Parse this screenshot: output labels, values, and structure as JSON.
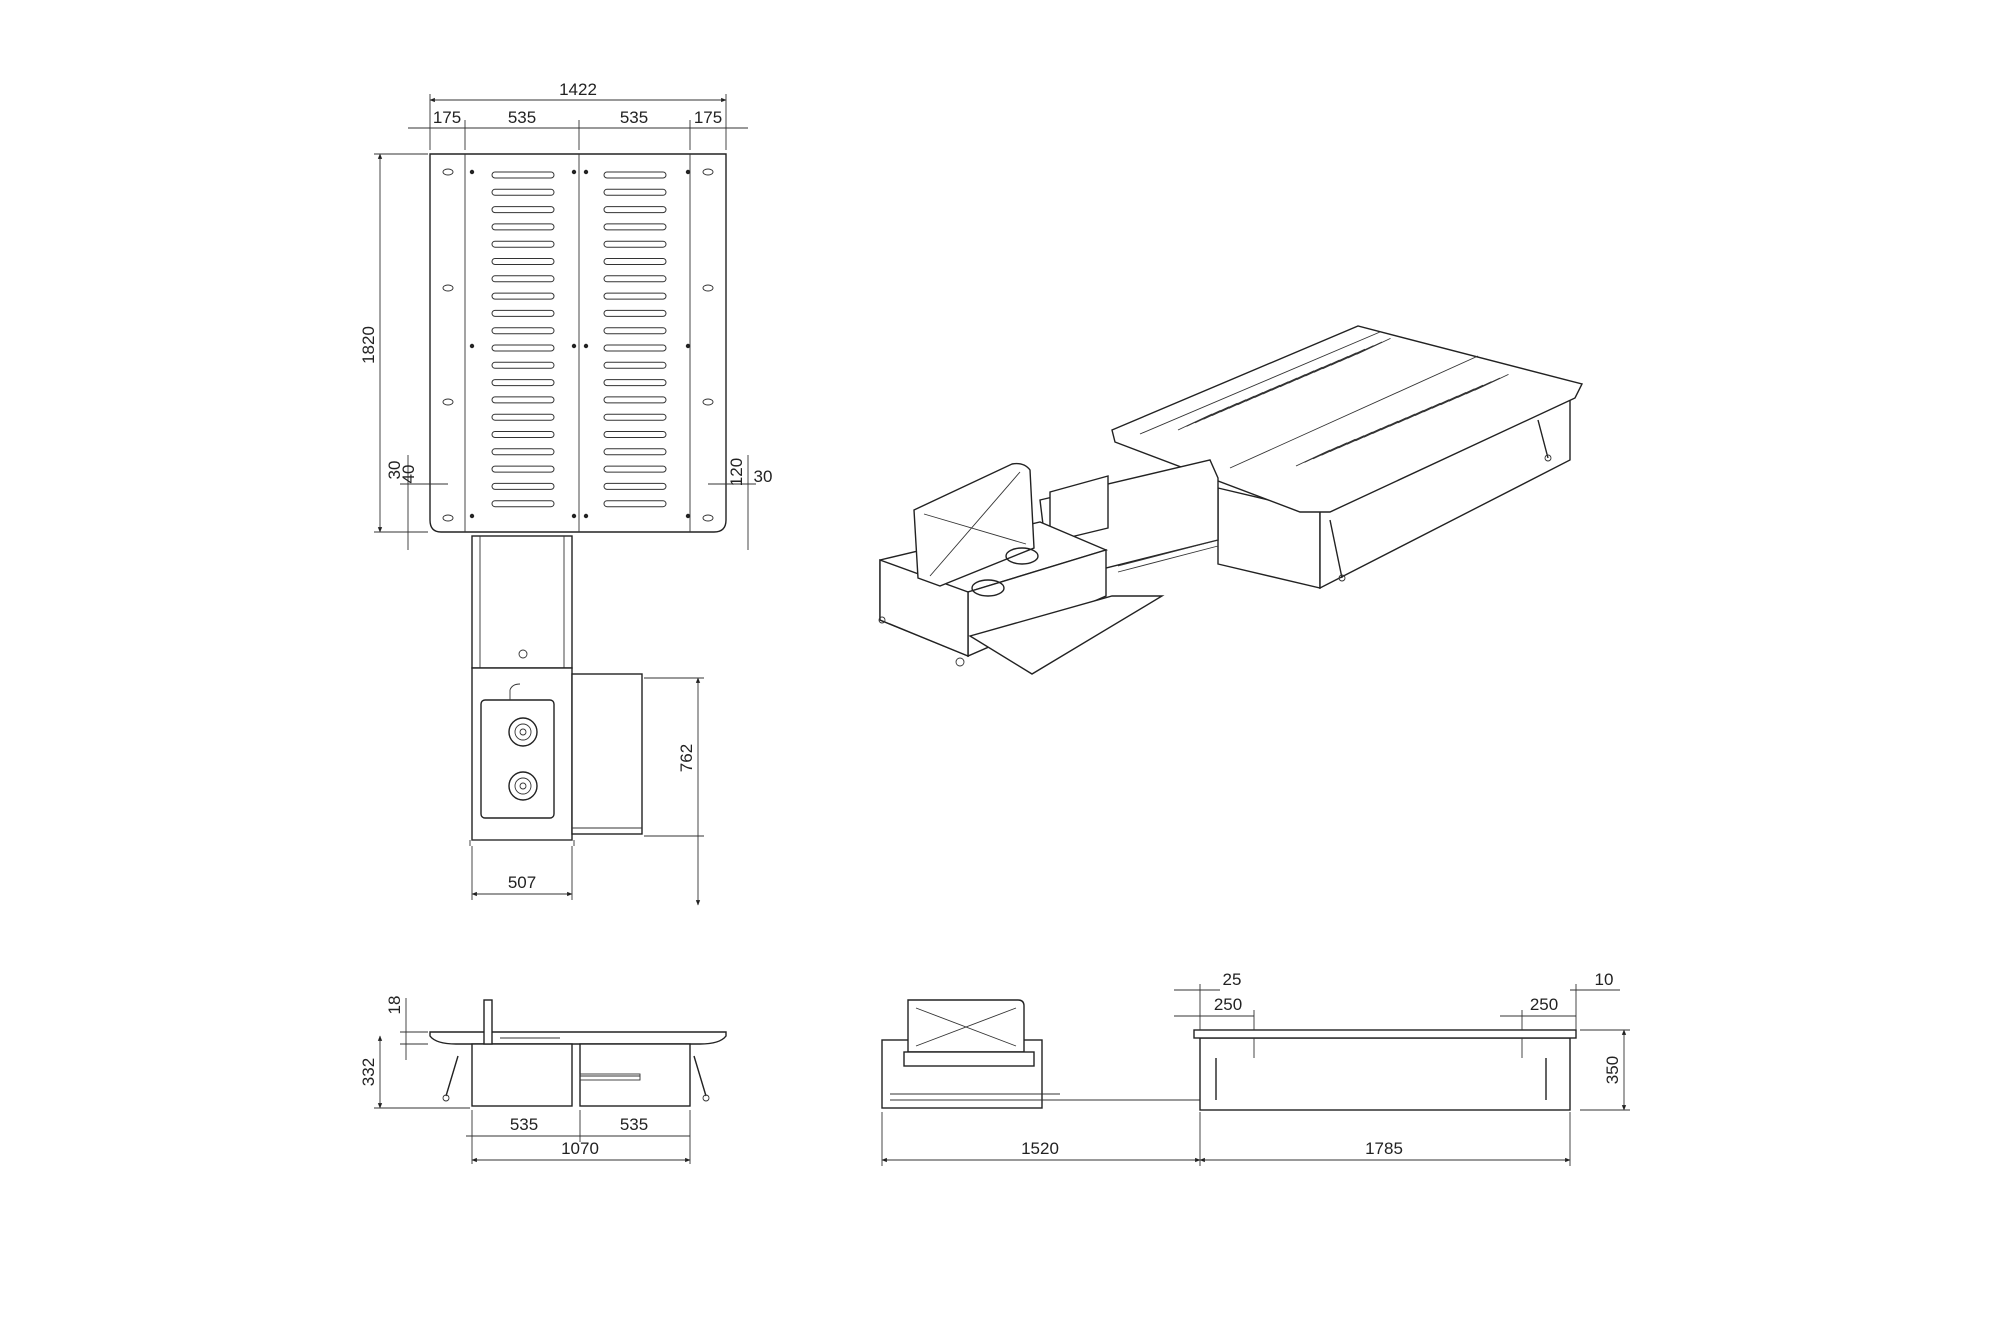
{
  "top_view": {
    "width_total": "1422",
    "seg_left_outer": "175",
    "seg_left_inner": "535",
    "seg_right_inner": "535",
    "seg_right_outer": "175",
    "height": "1820",
    "left_small_a": "30",
    "left_small_b": "40",
    "right_small_a": "120",
    "right_small_b": "30",
    "kitchen_depth": "762",
    "kitchen_width": "507"
  },
  "front_view": {
    "top_thickness": "18",
    "height": "332",
    "seg_left": "535",
    "seg_right": "535",
    "total": "1070"
  },
  "side_view": {
    "left_25": "25",
    "left_250": "250",
    "right_10": "10",
    "right_250": "250",
    "height": "350",
    "drawer_length": "1520",
    "bed_length": "1785"
  }
}
